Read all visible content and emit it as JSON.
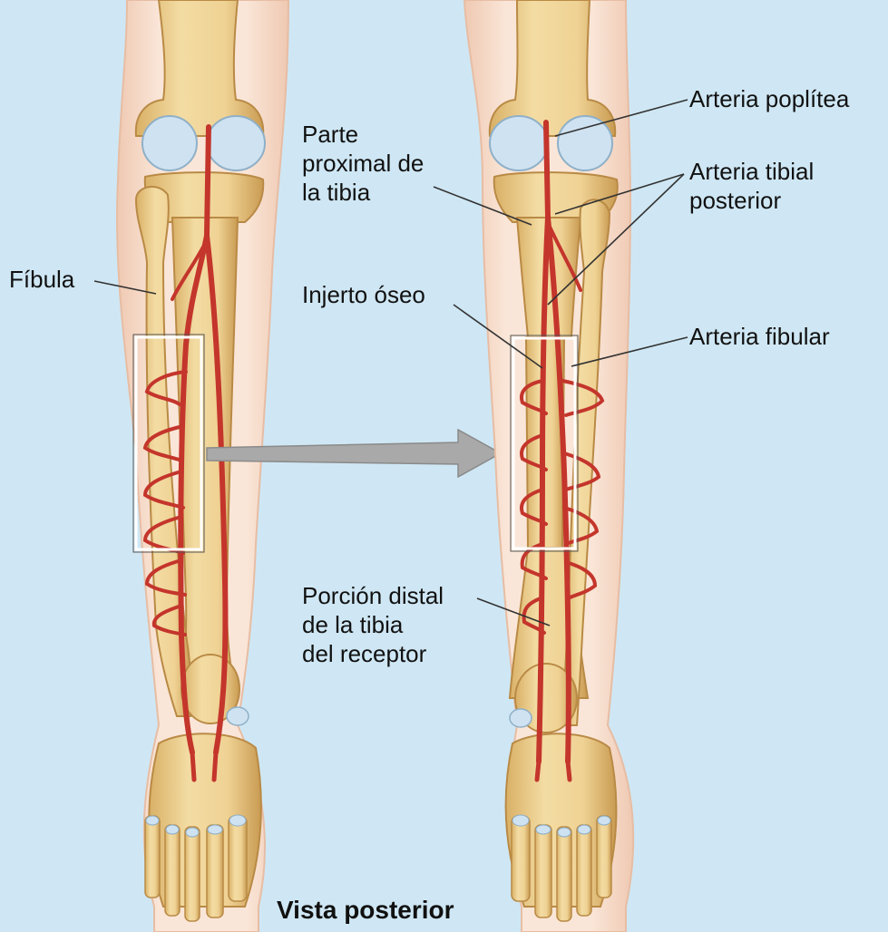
{
  "labels": {
    "fibula": "Fíbula",
    "proximal_tibia": [
      "Parte",
      "proximal de",
      "la tibia"
    ],
    "bone_graft": "Injerto óseo",
    "distal_tibia": [
      "Porción distal",
      "de la tibia",
      "del receptor"
    ],
    "popliteal_artery": "Arteria poplítea",
    "posterior_tibial_artery": [
      "Arteria tibial",
      "posterior"
    ],
    "fibular_artery": "Arteria fibular"
  },
  "caption": "Vista posterior",
  "colors": {
    "background": "#cfe7f4",
    "skin": "#f7e1d2",
    "bone": "#efd294",
    "cartilage": "#cbe0ef",
    "artery": "#c4352c",
    "graft_box": "#ffffff",
    "arrow": "#a9a9a9",
    "leader_line": "#333333"
  }
}
